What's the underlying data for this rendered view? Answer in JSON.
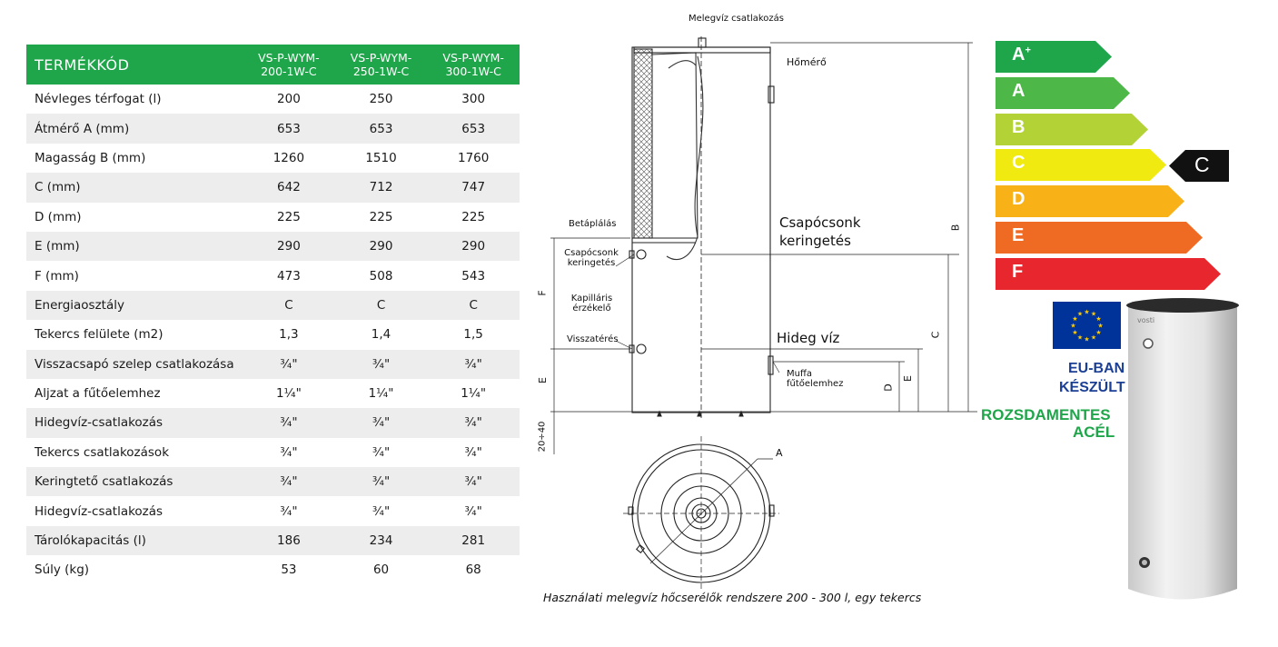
{
  "table": {
    "header_label": "TERMÉKKÓD",
    "models": [
      "VS-P-WYM-200-1W-C",
      "VS-P-WYM-250-1W-C",
      "VS-P-WYM-300-1W-C"
    ],
    "model_lines": [
      [
        "VS-P-WYM-",
        "200-1W-C"
      ],
      [
        "VS-P-WYM-",
        "250-1W-C"
      ],
      [
        "VS-P-WYM-",
        "300-1W-C"
      ]
    ],
    "rows": [
      {
        "label": "Névleges térfogat (l)",
        "values": [
          "200",
          "250",
          "300"
        ]
      },
      {
        "label": "Átmérő A (mm)",
        "values": [
          "653",
          "653",
          "653"
        ]
      },
      {
        "label": "Magasság B (mm)",
        "values": [
          "1260",
          "1510",
          "1760"
        ]
      },
      {
        "label": "C (mm)",
        "values": [
          "642",
          "712",
          "747"
        ]
      },
      {
        "label": "D (mm)",
        "values": [
          "225",
          "225",
          "225"
        ]
      },
      {
        "label": "E (mm)",
        "values": [
          "290",
          "290",
          "290"
        ]
      },
      {
        "label": "F (mm)",
        "values": [
          "473",
          "508",
          "543"
        ]
      },
      {
        "label": "Energiaosztály",
        "values": [
          "C",
          "C",
          "C"
        ]
      },
      {
        "label": "Tekercs felülete  (m2)",
        "values": [
          "1,3",
          "1,4",
          "1,5"
        ]
      },
      {
        "label": "Visszacsapó szelep csatlakozása",
        "values": [
          "¾\"",
          "¾\"",
          "¾\""
        ]
      },
      {
        "label": "Aljzat a fűtőelemhez",
        "values": [
          "1¼\"",
          "1¼\"",
          "1¼\""
        ]
      },
      {
        "label": "Hidegvíz-csatlakozás",
        "values": [
          "¾\"",
          "¾\"",
          "¾\""
        ]
      },
      {
        "label": "Tekercs csatlakozások",
        "values": [
          "¾\"",
          "¾\"",
          "¾\""
        ]
      },
      {
        "label": "Keringtető csatlakozás",
        "values": [
          "¾\"",
          "¾\"",
          "¾\""
        ]
      },
      {
        "label": "Hidegvíz-csatlakozás",
        "values": [
          "¾\"",
          "¾\"",
          "¾\""
        ]
      },
      {
        "label": "Tárolókapacitás (l)",
        "values": [
          "186",
          "234",
          "281"
        ]
      },
      {
        "label": "Súly (kg)",
        "values": [
          "53",
          "60",
          "68"
        ]
      }
    ]
  },
  "diagram": {
    "hot_water": "Melegvíz csatlakozás",
    "thermometer": "Hőmérő",
    "feed": "Betáplálás",
    "circ_large_1": "Csapócsonk",
    "circ_large_2": "keringetés",
    "circ_small_1": "Csapócsonk",
    "circ_small_2": "keringetés",
    "capillary_1": "Kapilláris",
    "capillary_2": "érzékelő",
    "return": "Visszatérés",
    "cold_water": "Hideg víz",
    "sleeve_1": "Muffa",
    "sleeve_2": "fűtőelemhez",
    "dim_a": "A",
    "dim_b": "B",
    "dim_c": "C",
    "dim_d": "D",
    "dim_e": "E",
    "dim_f": "F",
    "dim_feet": "20÷40",
    "caption": "Használati melegvíz hőcserélők rendszere 200 - 300 l, egy tekercs"
  },
  "energy": {
    "classes": [
      {
        "letter": "A",
        "sup": "+",
        "color": "#1fa64a"
      },
      {
        "letter": "A",
        "sup": "",
        "color": "#4db848"
      },
      {
        "letter": "B",
        "sup": "",
        "color": "#b2d235"
      },
      {
        "letter": "C",
        "sup": "",
        "color": "#f1ea10"
      },
      {
        "letter": "D",
        "sup": "",
        "color": "#f8b116"
      },
      {
        "letter": "E",
        "sup": "",
        "color": "#ef6a22"
      },
      {
        "letter": "F",
        "sup": "",
        "color": "#e8262d"
      }
    ],
    "rating": "C"
  },
  "badges": {
    "eu_line1": "EU-BAN",
    "eu_line2": "KÉSZÜLT",
    "steel_line1": "ROZSDAMENTES",
    "steel_line2": "ACÉL",
    "brand": "vosti"
  }
}
